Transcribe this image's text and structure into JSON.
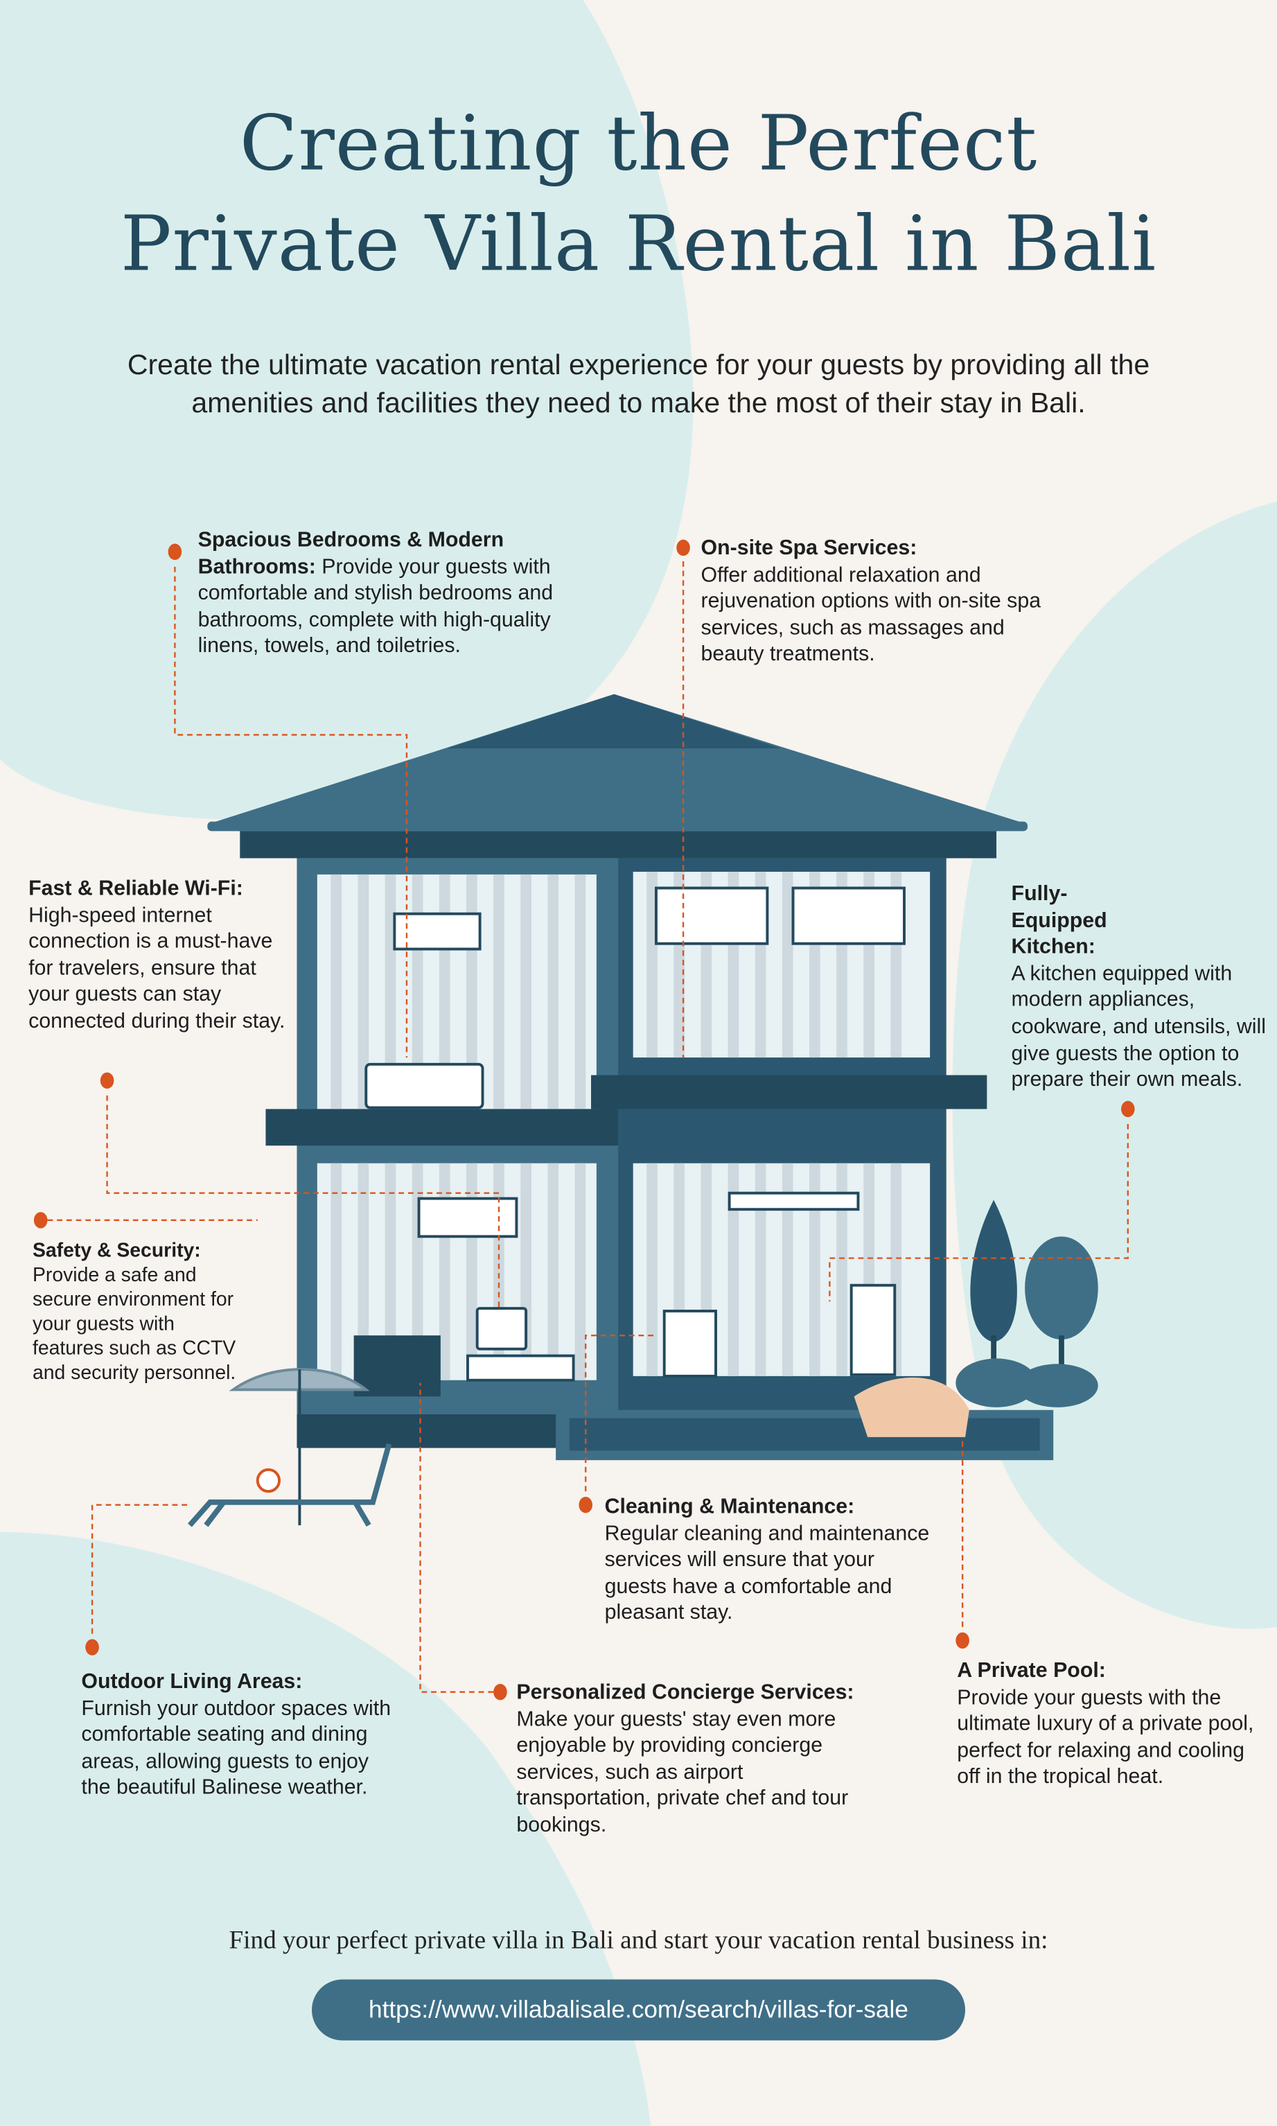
{
  "title": {
    "line1": "Creating the Perfect",
    "line2": "Private Villa Rental in Bali"
  },
  "subtitle": "Create the ultimate vacation rental experience for your guests by providing all the amenities and facilities they need to make the most of their stay in Bali.",
  "callouts": {
    "bedrooms": {
      "title": "Spacious Bedrooms & Modern Bathrooms:",
      "text": " Provide your guests with comfortable and stylish bedrooms and bathrooms, complete with high-quality linens, towels, and toiletries."
    },
    "spa": {
      "title": "On-site Spa Services:",
      "text": "Offer additional relaxation and rejuvenation options with on-site spa services, such as massages and beauty treatments."
    },
    "wifi": {
      "title": "Fast & Reliable Wi-Fi:",
      "text": "High-speed internet connection is a must-have for travelers, ensure that your guests can stay connected during their stay."
    },
    "kitchen": {
      "title": "Fully-Equipped Kitchen:",
      "text": "A kitchen equipped with modern appliances, cookware, and utensils, will give guests the option to prepare their own meals."
    },
    "safety": {
      "title": "Safety & Security:",
      "text": "Provide a safe and secure environment for your guests with features such as CCTV and security personnel."
    },
    "cleaning": {
      "title": "Cleaning & Maintenance:",
      "text": "Regular cleaning and maintenance services will ensure that your guests have a comfortable and pleasant stay."
    },
    "outdoor": {
      "title": "Outdoor Living Areas:",
      "text": "Furnish your outdoor spaces with comfortable seating and dining areas, allowing guests to enjoy the beautiful Balinese weather."
    },
    "concierge": {
      "title": "Personalized Concierge Services:",
      "text": "Make your guests' stay even more enjoyable by providing concierge services, such as airport transportation, private chef and tour bookings."
    },
    "pool": {
      "title": "A Private Pool:",
      "text": "Provide your guests with the ultimate luxury of a private pool, perfect for relaxing and cooling off in the tropical heat."
    }
  },
  "footer": {
    "text": "Find your perfect private villa in Bali and start your vacation rental business in:",
    "url": "https://www.villabalisale.com/search/villas-for-sale"
  },
  "colors": {
    "background": "#f7f3ef",
    "blob": "#d9eeec",
    "accent": "#d9541e",
    "title": "#23495d",
    "house": "#3f6f87",
    "house_dark": "#2b5870"
  }
}
